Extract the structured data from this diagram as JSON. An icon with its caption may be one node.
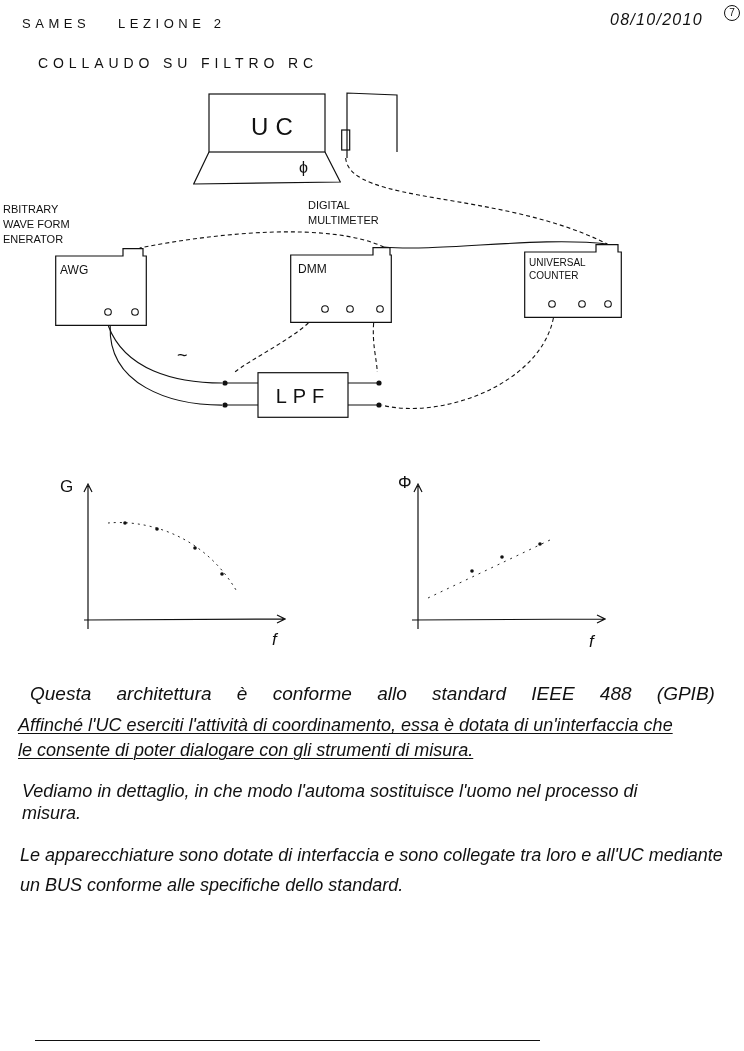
{
  "diagram": {
    "title": "COLLAUDO SU FILTRO RC",
    "nodes": [
      {
        "text": [
          "UC",
          "ϕ"
        ]
      },
      {
        "text": [],
        "shape": "box"
      },
      {
        "text": [
          "AWG"
        ],
        "beside": [
          "RBITRARY WAVE FORM ENERATOR"
        ]
      },
      {
        "text": [
          "DMM"
        ],
        "beside": [
          "DIGITAL MULTIMETER"
        ]
      },
      {
        "text": [
          "UNIVERSAL COUNTER"
        ]
      },
      {
        "text": [
          "LPF"
        ]
      }
    ],
    "edges": [
      {
        "from": 1,
        "to": 4,
        "arrow": "none",
        "style": "dashed"
      },
      {
        "from": 4,
        "to": 3,
        "arrow": "none"
      },
      {
        "from": 3,
        "to": 2,
        "arrow": "none",
        "style": "dashed"
      },
      {
        "from": 2,
        "to": 5,
        "arrow": "none",
        "label": "~"
      },
      {
        "from": 2,
        "to": 5,
        "arrow": "none"
      },
      {
        "from": 3,
        "to": 5,
        "arrow": "none",
        "style": "dashed"
      },
      {
        "from": 3,
        "to": 5,
        "arrow": "none",
        "style": "dashed"
      },
      {
        "from": 4,
        "to": 5,
        "arrow": "none",
        "style": "dashed"
      }
    ],
    "labels": [
      "SAMES",
      "LEZIONE 2",
      "08/10/2010",
      "7",
      "G",
      "Φ",
      "f",
      "f",
      "Questa architettura è conforme allo standard IEEE 488 (GPIB)",
      "Affinché l'UC eserciti l'attività di coordinamento, essa è dotata di un'interfaccia che le consente di poter dialogare con gli strumenti di misura.",
      "Vediamo in dettaglio, in che modo l'automa sostituisce l'uomo nel processo di misura.",
      "Le apparecchiature sono dotate di interfaccia e sono collegate tra loro e all'UC mediante un BUS conforme alle specifiche dello standard."
    ]
  }
}
